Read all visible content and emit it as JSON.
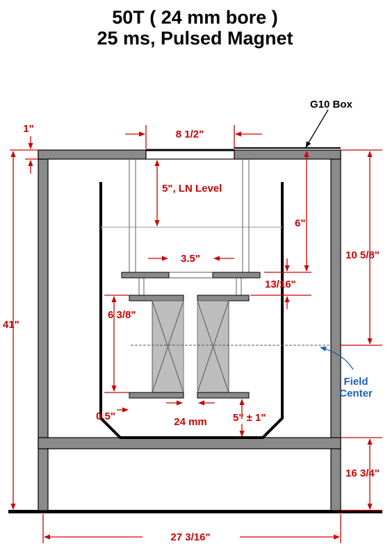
{
  "title": {
    "line1": "50T ( 24 mm bore )",
    "line2": "25 ms, Pulsed Magnet"
  },
  "labels": {
    "g10_box": "G10 Box",
    "field_center": [
      "Field",
      "Center"
    ]
  },
  "dimensions": {
    "wall_thickness": "1\"",
    "top_opening": "8 1/2\"",
    "ln_level": "5\", LN Level",
    "to_flange": "6\"",
    "flange_gap": "3.5\"",
    "top_to_center": "10 5/8\"",
    "flange_spacing": "13/16\"",
    "coil_height": "6 3/8\"",
    "total_height": "41\"",
    "bottom_flange": "0.5\"",
    "bore": "24 mm",
    "clearance": "5\" ± 1\"",
    "shelf_height": "16 3/4\"",
    "width": "27 3/16\""
  },
  "colors": {
    "dimension": "#cc0000",
    "structure": "#808080",
    "coil": "#bdbdbd",
    "callout": "#1f5fb0"
  }
}
